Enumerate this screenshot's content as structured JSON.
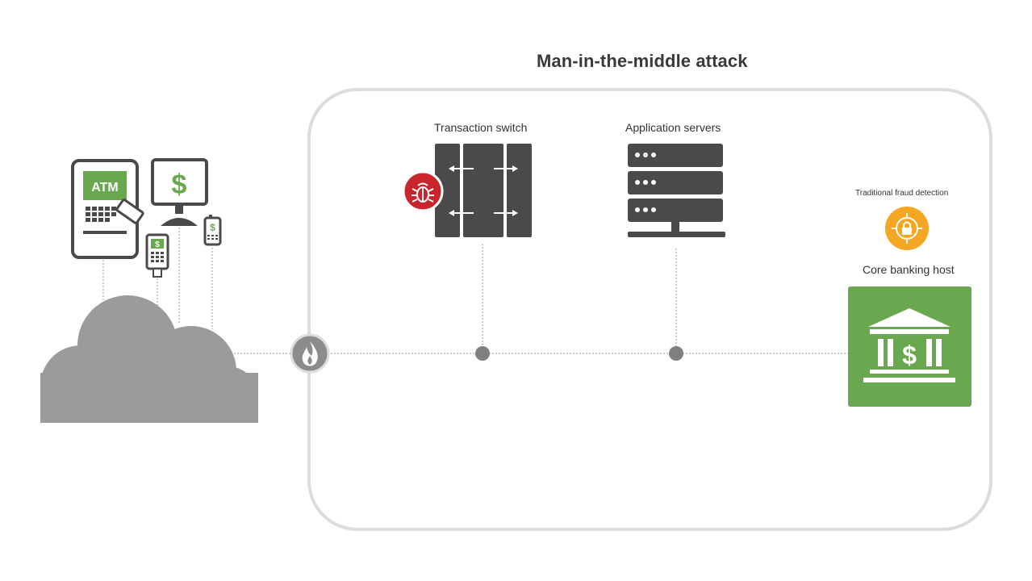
{
  "diagram": {
    "title": "Man-in-the-middle attack",
    "labels": {
      "transaction_switch": "Transaction switch",
      "application_servers": "Application servers",
      "fraud_detection": "Traditional fraud detection",
      "core_banking_host": "Core banking host"
    },
    "icon_text": {
      "atm": "ATM",
      "currency": "$",
      "bank": "$"
    },
    "icons": [
      "atm-icon",
      "desktop-dollar-icon",
      "card-terminal-icon",
      "mobile-dollar-icon",
      "cloud-icon",
      "firewall-flame-icon",
      "malware-bug-icon",
      "transaction-switch-icon",
      "server-rack-icon",
      "fraud-lock-target-icon",
      "bank-building-icon"
    ],
    "colors": {
      "green": "#6aa84f",
      "dark_gray": "#4a4a4c",
      "cloud_gray": "#9b9b9b",
      "red": "#c9252c",
      "orange": "#f5a623",
      "frame": "#dcdcdc"
    }
  }
}
